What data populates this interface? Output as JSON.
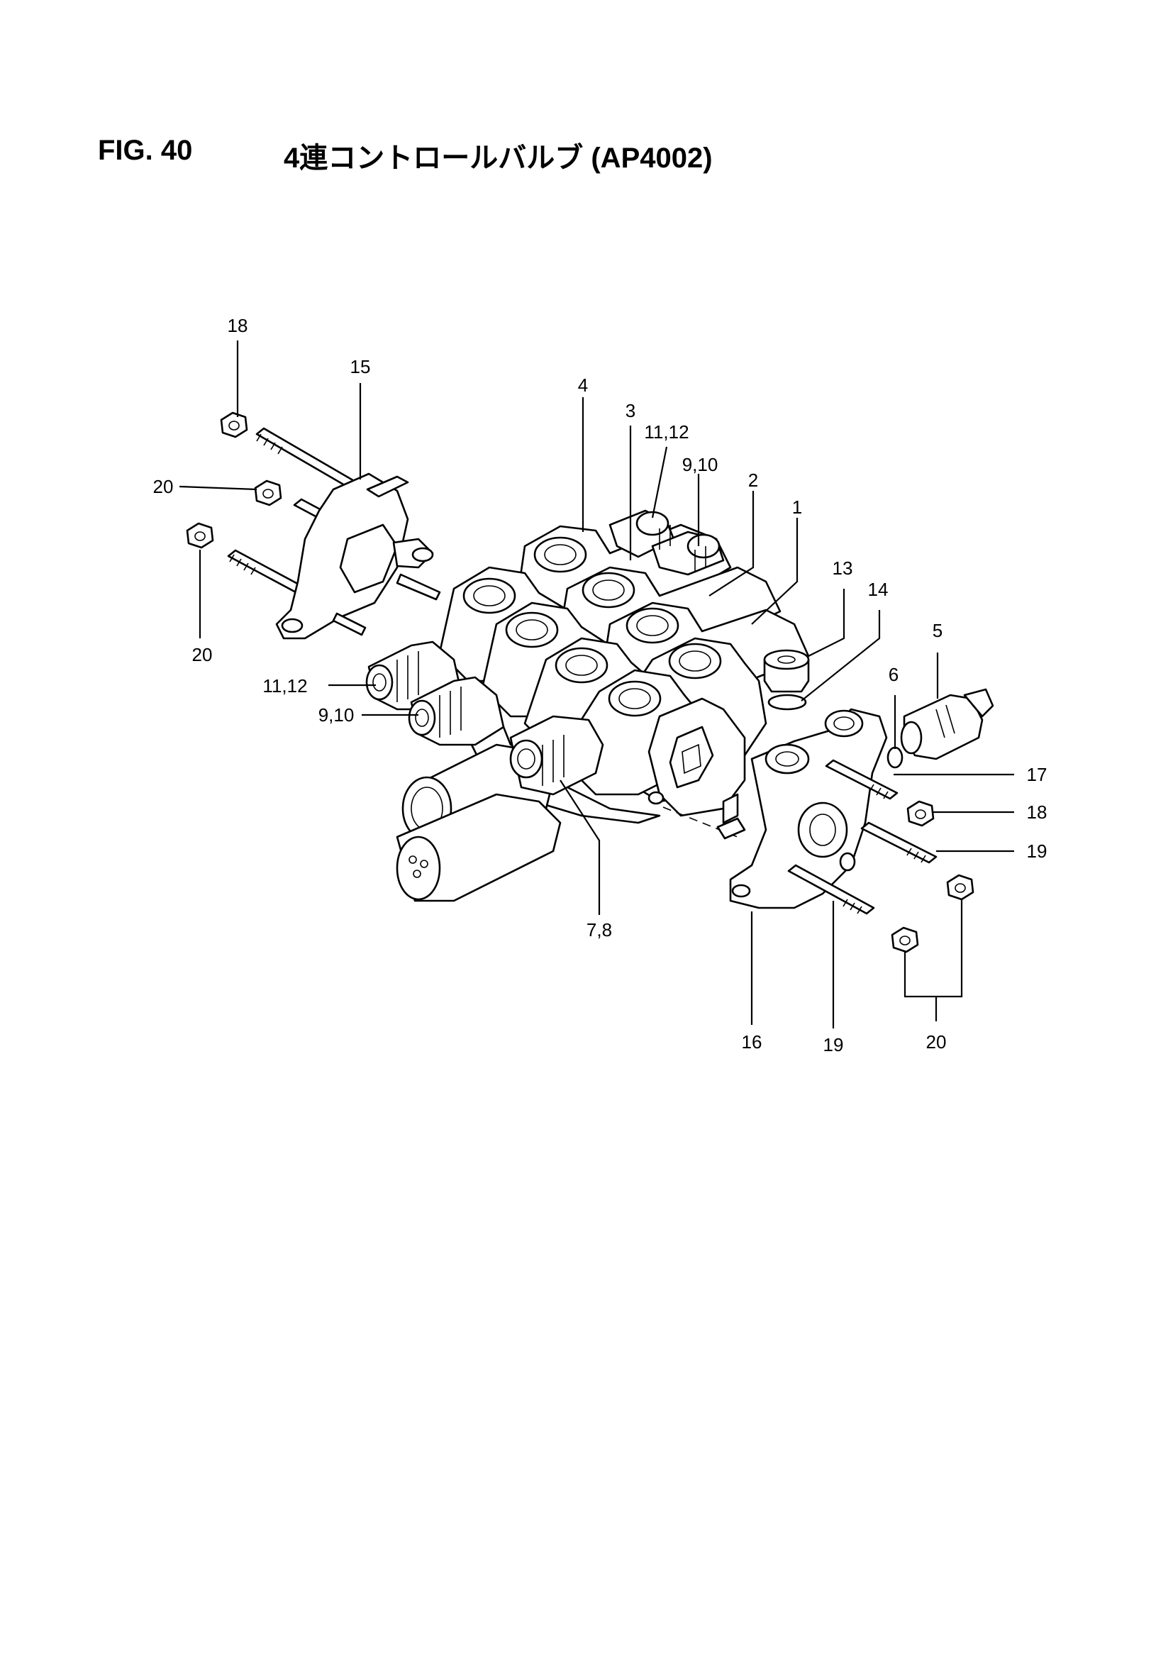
{
  "header": {
    "figure_number": "FIG. 40",
    "figure_title": "4連コントロールバルブ (AP4002)"
  },
  "callouts": [
    {
      "id": "c18a",
      "text": "18"
    },
    {
      "id": "c15",
      "text": "15"
    },
    {
      "id": "c4",
      "text": "4"
    },
    {
      "id": "c3",
      "text": "3"
    },
    {
      "id": "c1112a",
      "text": "11,12"
    },
    {
      "id": "c910a",
      "text": "9,10"
    },
    {
      "id": "c2",
      "text": "2"
    },
    {
      "id": "c1",
      "text": "1"
    },
    {
      "id": "c20a",
      "text": "20"
    },
    {
      "id": "c20b",
      "text": "20"
    },
    {
      "id": "c13",
      "text": "13"
    },
    {
      "id": "c14",
      "text": "14"
    },
    {
      "id": "c5",
      "text": "5"
    },
    {
      "id": "c6",
      "text": "6"
    },
    {
      "id": "c1112b",
      "text": "11,12"
    },
    {
      "id": "c910b",
      "text": "9,10"
    },
    {
      "id": "c17",
      "text": "17"
    },
    {
      "id": "c18b",
      "text": "18"
    },
    {
      "id": "c19a",
      "text": "19"
    },
    {
      "id": "c78",
      "text": "7,8"
    },
    {
      "id": "c16",
      "text": "16"
    },
    {
      "id": "c19b",
      "text": "19"
    },
    {
      "id": "c20c",
      "text": "20"
    }
  ]
}
